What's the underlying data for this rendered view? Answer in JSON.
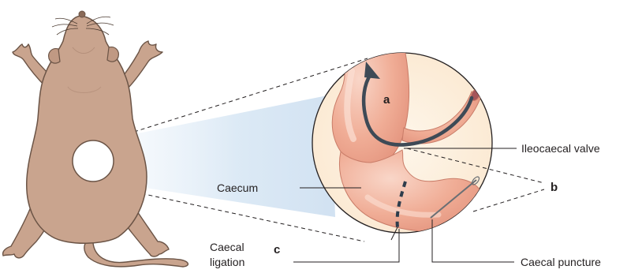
{
  "labels": {
    "ileocaecal_valve": "Ileocaecal valve",
    "caecum": "Caecum",
    "caecal_ligation_line1": "Caecal",
    "caecal_ligation_line2": "ligation",
    "caecal_puncture": "Caecal puncture"
  },
  "markers": {
    "a": "a",
    "b": "b",
    "c": "c"
  },
  "colors": {
    "mouse_body": "#c9a48e",
    "mouse_outline": "#6b5446",
    "mouse_shadow": "#b58f79",
    "window": "#fdf0dc",
    "gut": "#efab95",
    "gut_highlight": "#f7cdbd",
    "arrow": "#3e4a56",
    "zoom_beam": "#dbe8f5",
    "leader": "#231f20"
  }
}
